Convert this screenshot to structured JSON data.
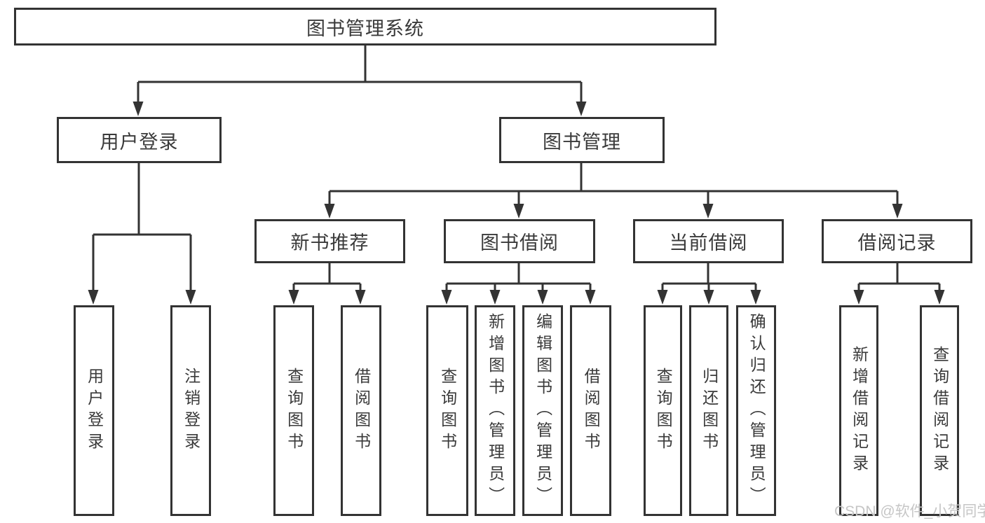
{
  "diagram": {
    "root": {
      "label": "图书管理系统"
    },
    "branches": [
      {
        "label": "用户登录",
        "children": [
          {
            "label": "用户登录"
          },
          {
            "label": "注销登录"
          }
        ]
      },
      {
        "label": "图书管理",
        "children": [
          {
            "label": "新书推荐",
            "children": [
              {
                "label": "查询图书"
              },
              {
                "label": "借阅图书"
              }
            ]
          },
          {
            "label": "图书借阅",
            "children": [
              {
                "label": "查询图书"
              },
              {
                "label": "新增图书（管理员）"
              },
              {
                "label": "编辑图书（管理员）"
              },
              {
                "label": "借阅图书"
              }
            ]
          },
          {
            "label": "当前借阅",
            "children": [
              {
                "label": "查询图书"
              },
              {
                "label": "归还图书"
              },
              {
                "label": "确认归还（管理员）"
              }
            ]
          },
          {
            "label": "借阅记录",
            "children": [
              {
                "label": "新增借阅记录"
              },
              {
                "label": "查询借阅记录"
              }
            ]
          }
        ]
      }
    ]
  },
  "watermark": {
    "text": "CSDN @软件_小贺同学"
  },
  "colors": {
    "line": "#333333",
    "text": "#3a3a3a",
    "watermark": "#c6c6c6",
    "background": "#ffffff"
  }
}
